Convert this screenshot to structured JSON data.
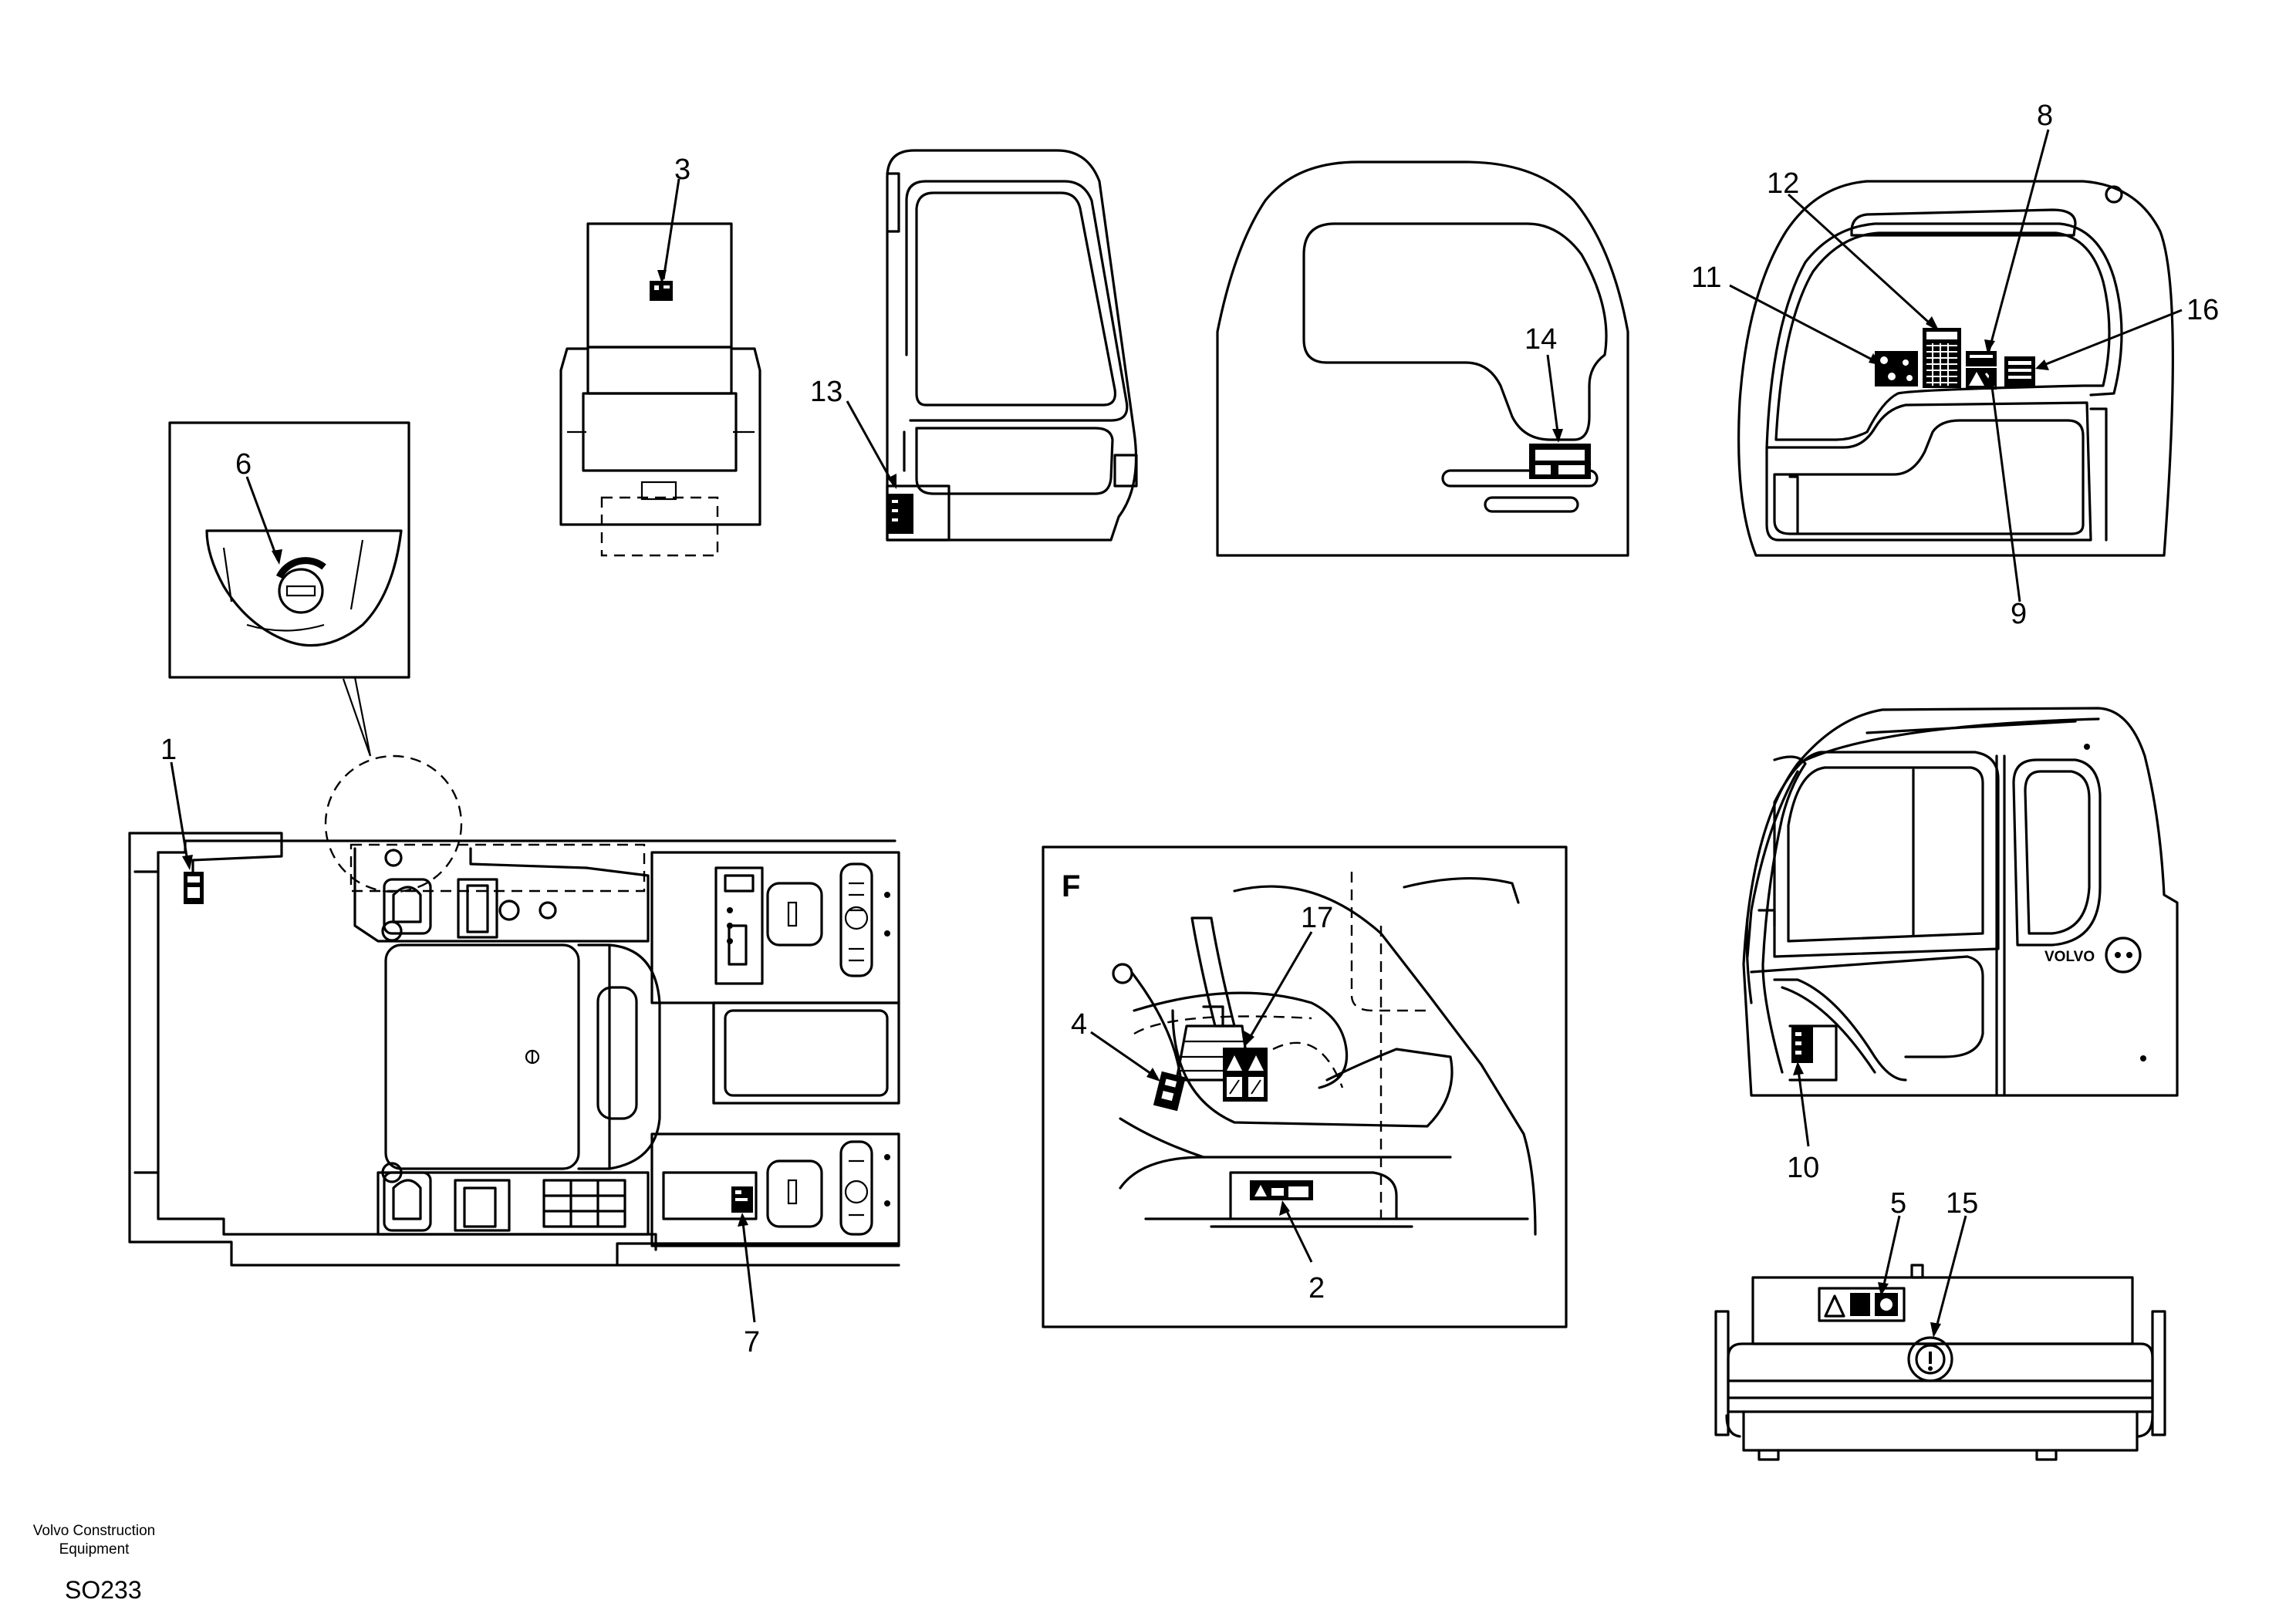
{
  "title_block": {
    "company_line1": "Volvo Construction",
    "company_line2": "Equipment",
    "drawing_code": "SO233"
  },
  "detail_view": {
    "label": "F"
  },
  "callouts": [
    {
      "id": "c1",
      "text": "1"
    },
    {
      "id": "c2",
      "text": "2"
    },
    {
      "id": "c3",
      "text": "3"
    },
    {
      "id": "c4",
      "text": "4"
    },
    {
      "id": "c5",
      "text": "5"
    },
    {
      "id": "c6",
      "text": "6"
    },
    {
      "id": "c7",
      "text": "7"
    },
    {
      "id": "c8",
      "text": "8"
    },
    {
      "id": "c9",
      "text": "9"
    },
    {
      "id": "c10",
      "text": "10"
    },
    {
      "id": "c11",
      "text": "11"
    },
    {
      "id": "c12",
      "text": "12"
    },
    {
      "id": "c13",
      "text": "13"
    },
    {
      "id": "c14",
      "text": "14"
    },
    {
      "id": "c15",
      "text": "15"
    },
    {
      "id": "c16",
      "text": "16"
    },
    {
      "id": "c17",
      "text": "17"
    }
  ],
  "cab_side_badge": "VOLVO"
}
